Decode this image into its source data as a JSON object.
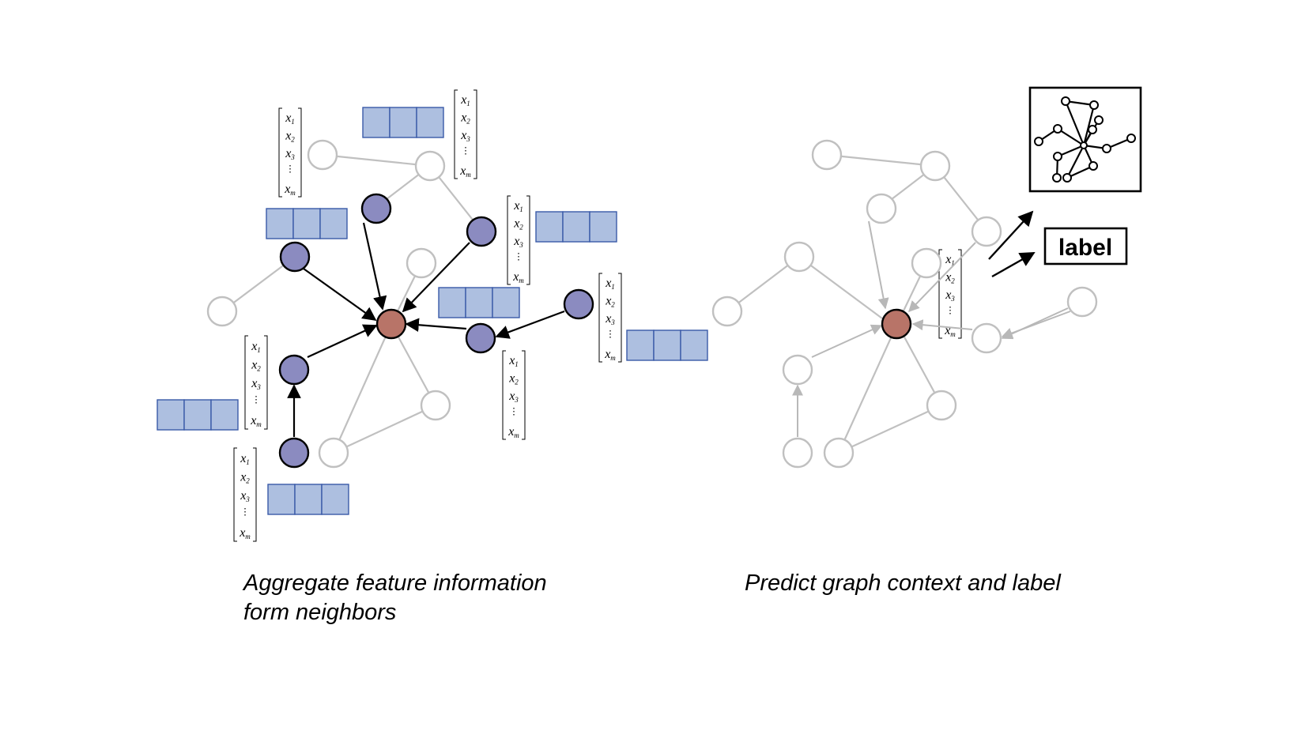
{
  "captions": {
    "left_line1": "Aggregate feature information",
    "left_line2": "form neighbors",
    "right": "Predict graph context and label"
  },
  "label_box": "label",
  "vector_entries": [
    "x1",
    "x2",
    "x3",
    "⋮",
    "xm"
  ],
  "colors": {
    "target_node": "#b87468",
    "neighbor_node": "#8b8bc0",
    "feature_cell": "#adbfe0",
    "feature_border": "#3a5aa8",
    "inactive": "#c0c0c0"
  }
}
